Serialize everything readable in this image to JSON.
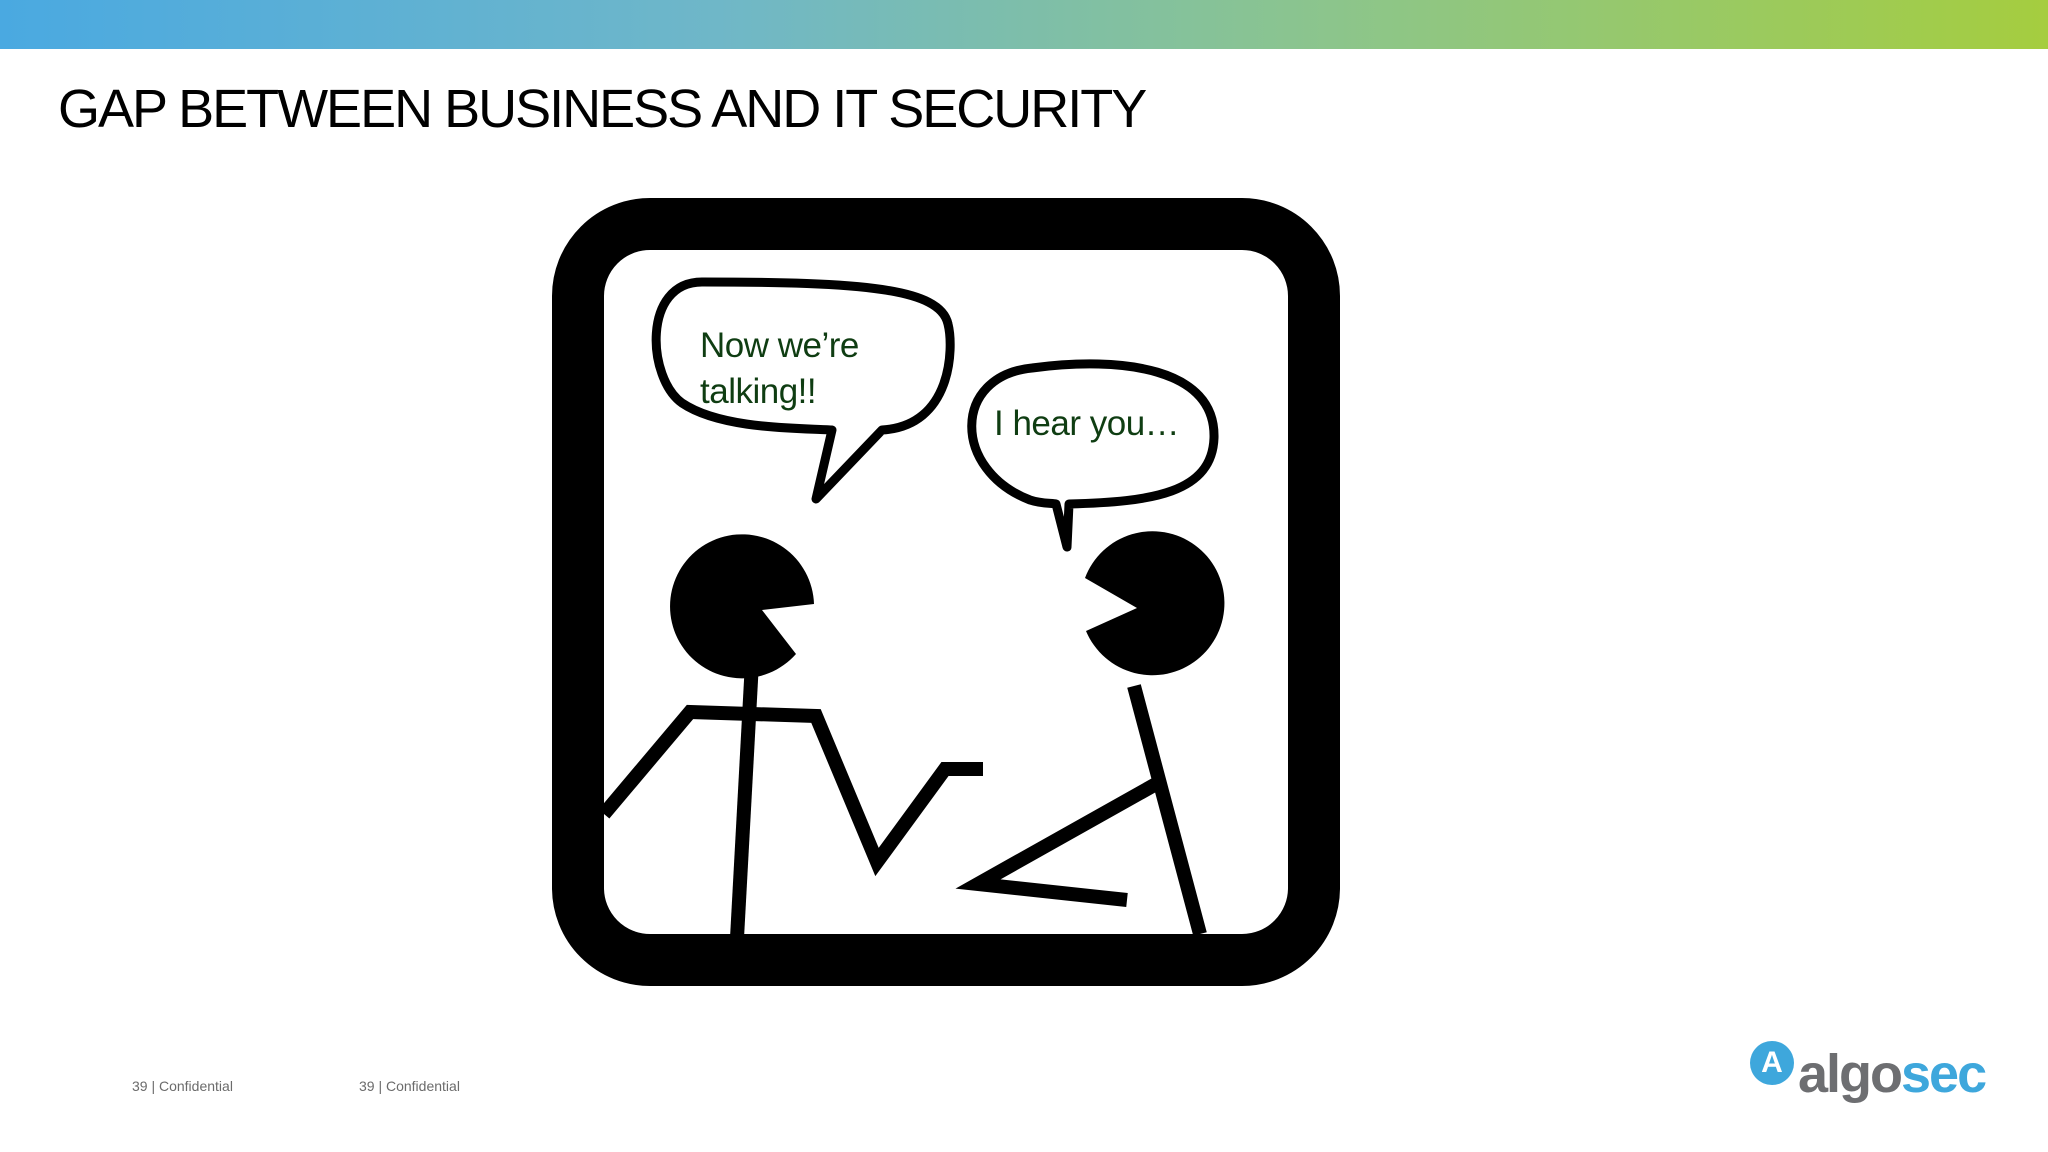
{
  "slide": {
    "title": "GAP BETWEEN BUSINESS AND IT SECURITY",
    "accent_gradient": [
      "#4aa9e1",
      "#a5cd3f"
    ]
  },
  "comic": {
    "bubble_left": [
      "Now we’re",
      "talking!!"
    ],
    "bubble_right": "I hear you…",
    "text_color": "#0f3d12"
  },
  "footer": {
    "left_label": "39 | Confidential",
    "right_label": "39 | Confidential"
  },
  "logo": {
    "mark": "A",
    "word_part_1": "algo",
    "word_part_2": "sec",
    "colors": {
      "gray": "#6d6e71",
      "blue": "#3ea7dc"
    }
  }
}
